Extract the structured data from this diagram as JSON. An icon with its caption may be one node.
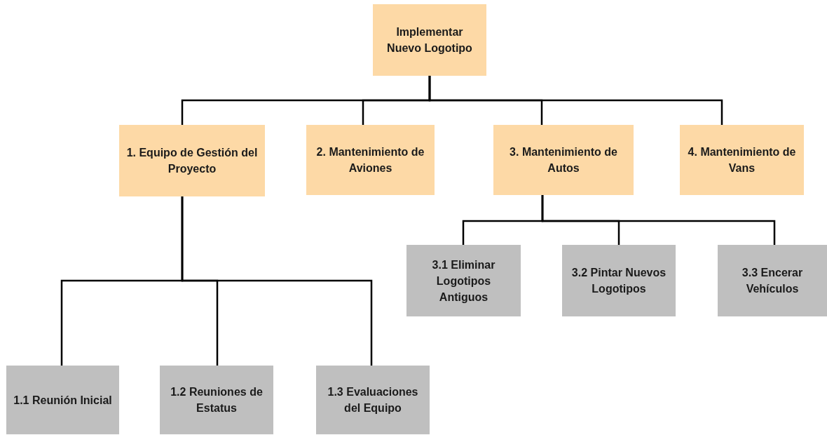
{
  "diagram": {
    "nodes": [
      {
        "text": [
          "Implementar Nuevo Logotipo"
        ]
      },
      {
        "text": [
          "1. Equipo de Gestión del Proyecto"
        ]
      },
      {
        "text": [
          "2. Mantenimiento de Aviones"
        ]
      },
      {
        "text": [
          "3. Mantenimiento de Autos"
        ]
      },
      {
        "text": [
          "4. Mantenimiento de Vans"
        ]
      },
      {
        "text": [
          "3.1 Eliminar Logotipos Antiguos"
        ]
      },
      {
        "text": [
          "3.2 Pintar Nuevos Logotipos"
        ]
      },
      {
        "text": [
          "3.3 Encerar Vehículos"
        ]
      },
      {
        "text": [
          "1.1 Reunión Inicial"
        ]
      },
      {
        "text": [
          "1.2 Reuniones de Estatus"
        ]
      },
      {
        "text": [
          "1.3 Evaluaciones del Equipo"
        ]
      }
    ],
    "edges": [
      {
        "from": 0,
        "to": 1,
        "arrow": "none"
      },
      {
        "from": 0,
        "to": 2,
        "arrow": "none"
      },
      {
        "from": 0,
        "to": 3,
        "arrow": "none"
      },
      {
        "from": 0,
        "to": 4,
        "arrow": "none"
      },
      {
        "from": 3,
        "to": 5,
        "arrow": "none"
      },
      {
        "from": 3,
        "to": 6,
        "arrow": "none"
      },
      {
        "from": 3,
        "to": 7,
        "arrow": "none"
      },
      {
        "from": 1,
        "to": 8,
        "arrow": "none"
      },
      {
        "from": 1,
        "to": 9,
        "arrow": "none"
      },
      {
        "from": 1,
        "to": 10,
        "arrow": "none"
      }
    ]
  }
}
